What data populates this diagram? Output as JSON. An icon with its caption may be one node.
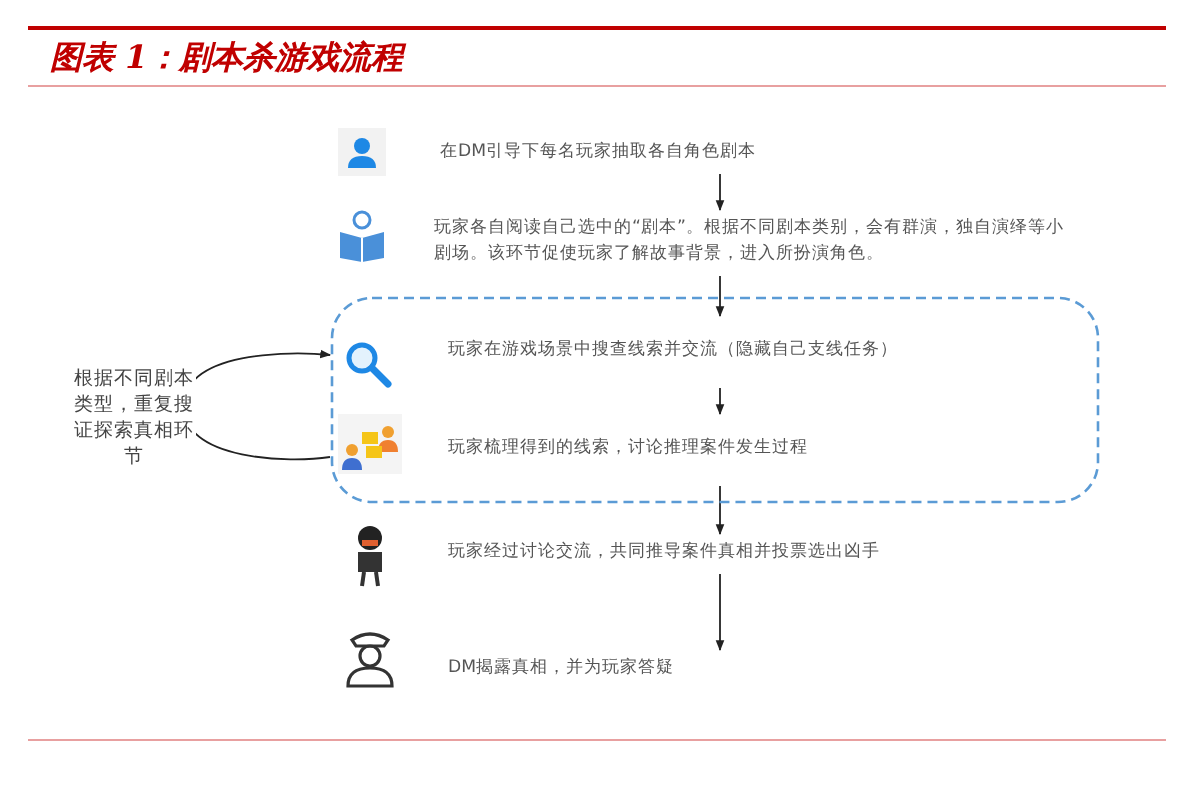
{
  "diagram": {
    "title": "图表 1：剧本杀游戏流程",
    "nodes": [
      {
        "text": [
          "在DM引导下每名玩家抽取各自角色剧本"
        ]
      },
      {
        "text": [
          "玩家各自阅读自己选中的“剧本”。根据不同剧本类别，会有群演，独自演绎等小剧场。该环节促使玩家了解故事背景，进入所扮演角色。"
        ]
      },
      {
        "text": [],
        "shape": "box"
      },
      {
        "text": [
          "玩家在游戏场景中搜查线索并交流（隐藏自己支线任务）"
        ],
        "in": 2
      },
      {
        "text": [
          "玩家梳理得到的线索，讨论推理案件发生过程"
        ],
        "in": 2
      },
      {
        "text": [
          "玩家经过讨论交流，共同推导案件真相并投票选出凶手"
        ]
      },
      {
        "text": [
          "DM揭露真相，并为玩家答疑"
        ]
      }
    ],
    "edges": [
      {
        "from": 0,
        "to": 1,
        "arrow": "to"
      },
      {
        "from": 1,
        "to": 3,
        "arrow": "to"
      },
      {
        "from": 3,
        "to": 4,
        "arrow": "to"
      },
      {
        "from": 4,
        "to": 5,
        "arrow": "to"
      },
      {
        "from": 5,
        "to": 6,
        "arrow": "to"
      },
      {
        "from": 4,
        "to": 3,
        "arrow": "to",
        "label": "根据不同剧本类型，重复搜证探索真相环节"
      }
    ]
  }
}
